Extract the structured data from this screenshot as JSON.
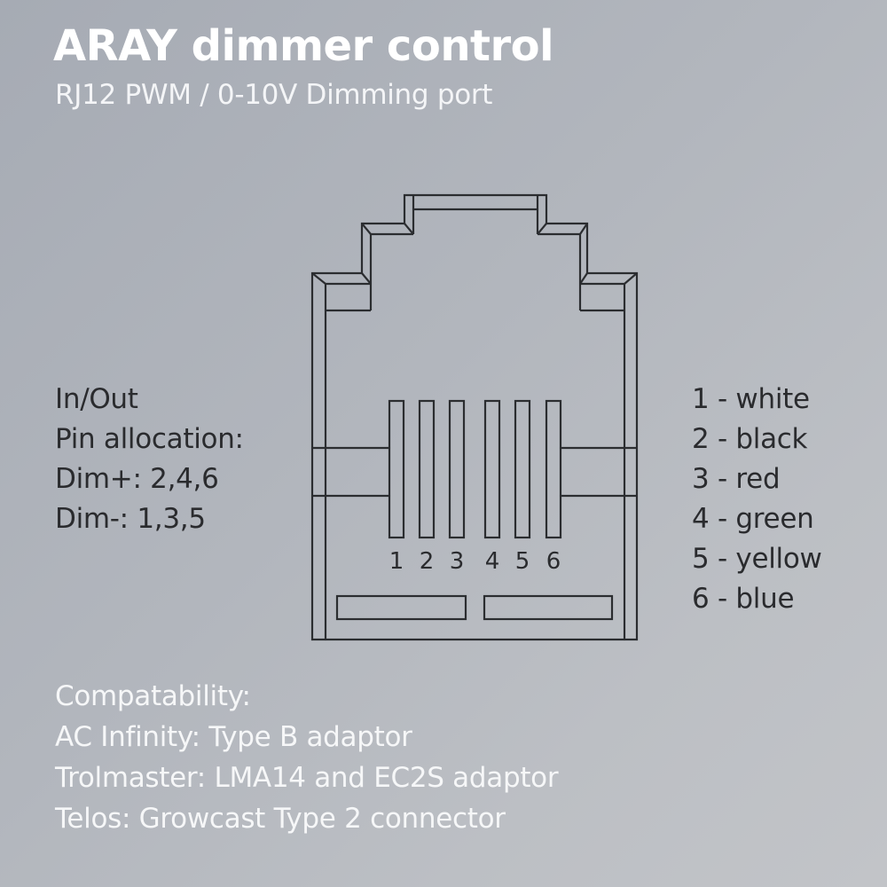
{
  "header": {
    "title": "ARAY dimmer control",
    "subtitle": "RJ12 PWM / 0-10V Dimming port"
  },
  "pin_allocation": {
    "lines": [
      "In/Out",
      "Pin allocation:",
      "Dim+: 2,4,6",
      "Dim-: 1,3,5"
    ]
  },
  "diagram": {
    "name": "RJ12 connector",
    "pin_labels": [
      "1",
      "2",
      "3",
      "4",
      "5",
      "6"
    ],
    "line_color": "#2b2d30"
  },
  "wire_colors": {
    "items": [
      {
        "label": "1 - white"
      },
      {
        "label": "2 - black"
      },
      {
        "label": "3 - red"
      },
      {
        "label": "4 - green"
      },
      {
        "label": "5 - yellow"
      },
      {
        "label": "6 - blue"
      }
    ]
  },
  "compatibility": {
    "heading": "Compatability:",
    "items": [
      "AC Infinity: Type B adaptor",
      "Trolmaster: LMA14 and EC2S adaptor",
      "Telos: Growcast Type 2 connector"
    ]
  }
}
